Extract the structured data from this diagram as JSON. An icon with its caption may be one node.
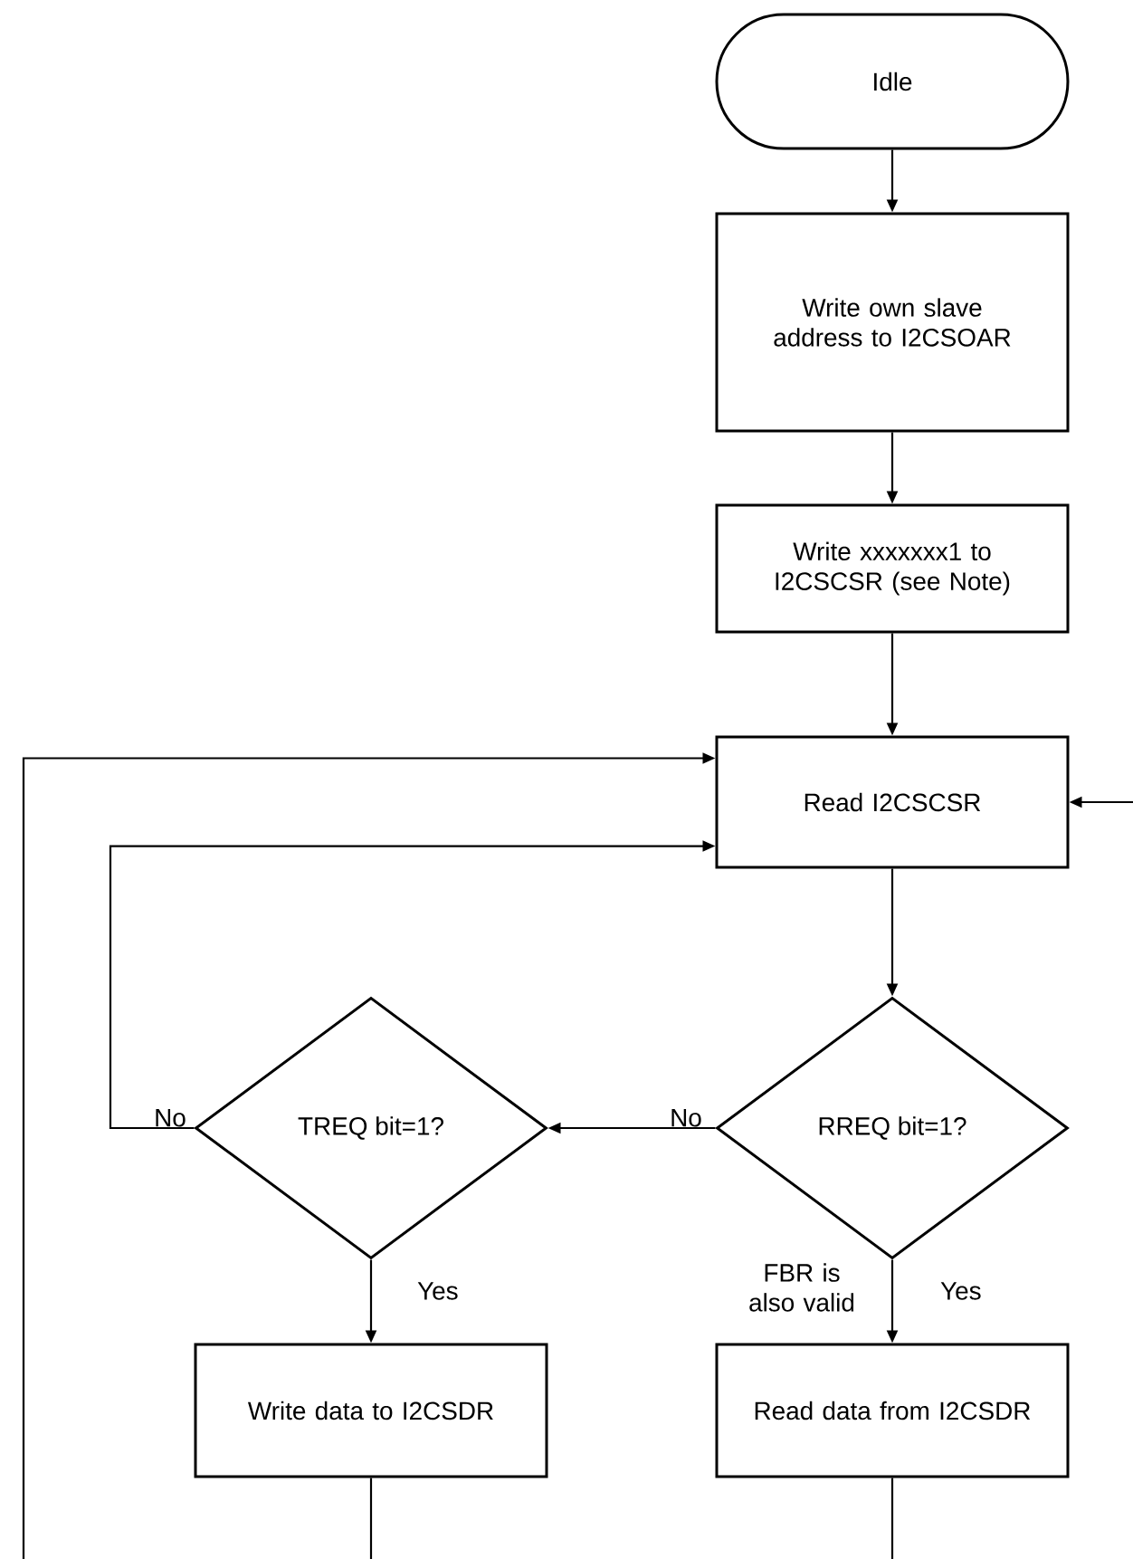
{
  "diagram": {
    "nodes": [
      {
        "text": [
          "Idle"
        ]
      },
      {
        "text": [
          "Write own slave address to I2CSOAR"
        ]
      },
      {
        "text": [
          "Write xxxxxxx1 to I2CSCSR (see Note)"
        ]
      },
      {
        "text": [
          "Read I2CSCSR"
        ]
      },
      {
        "text": [
          "RREQ bit=1?"
        ]
      },
      {
        "text": [
          "TREQ bit=1?"
        ]
      },
      {
        "text": [
          "Write data to I2CSDR"
        ]
      },
      {
        "text": [
          "Read data from I2CSDR"
        ]
      }
    ],
    "edges": [
      {
        "from": 0,
        "to": 1,
        "arrow": "to"
      },
      {
        "from": 1,
        "to": 2,
        "arrow": "to"
      },
      {
        "from": 2,
        "to": 3,
        "arrow": "to"
      },
      {
        "from": null,
        "to": 3,
        "arrow": "to"
      },
      {
        "from": null,
        "to": 3,
        "arrow": "to"
      },
      {
        "from": 3,
        "to": 4,
        "arrow": "to"
      },
      {
        "from": 4,
        "to": 5,
        "arrow": "to",
        "label": "No"
      },
      {
        "from": 5,
        "to": 3,
        "arrow": "to",
        "label": "No"
      },
      {
        "from": 5,
        "to": 6,
        "arrow": "to",
        "label": "Yes"
      },
      {
        "from": 4,
        "to": 7,
        "arrow": "to",
        "label": "Yes"
      },
      {
        "from": 6,
        "to": null,
        "arrow": "none"
      },
      {
        "from": 7,
        "to": null,
        "arrow": "none"
      }
    ],
    "labels": [
      "FBR is also valid"
    ]
  }
}
